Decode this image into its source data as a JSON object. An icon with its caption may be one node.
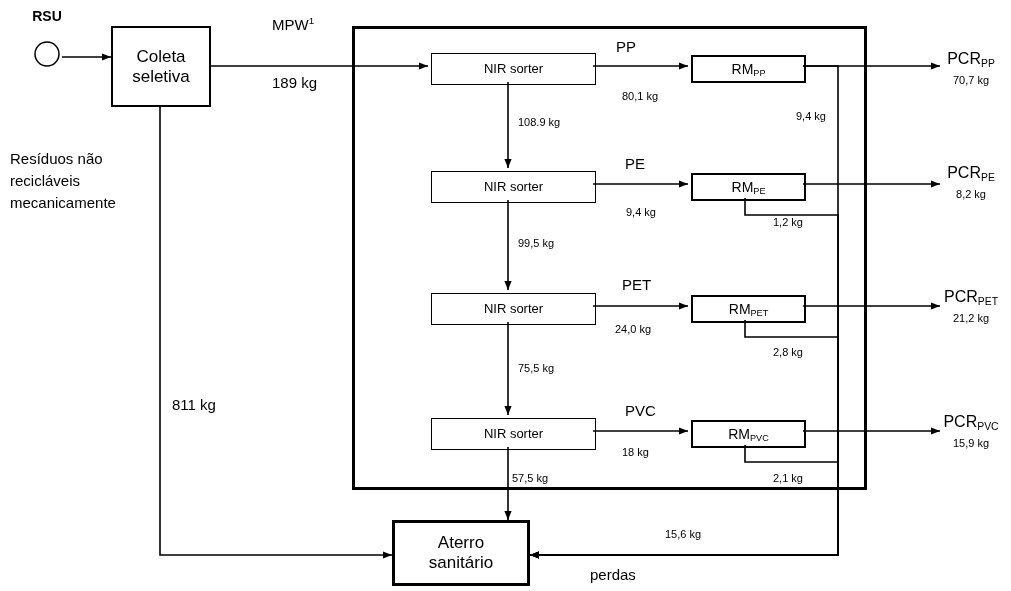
{
  "diagram": {
    "nodes": [
      {
        "text": [
          "RSU"
        ]
      },
      {
        "text": [
          "Coleta seletiva"
        ]
      },
      {
        "text": [],
        "shape": "box"
      },
      {
        "text": [
          "NIR sorter"
        ],
        "in": 2
      },
      {
        "text": [
          "NIR sorter"
        ],
        "in": 2
      },
      {
        "text": [
          "NIR sorter"
        ],
        "in": 2
      },
      {
        "text": [
          "NIR sorter"
        ],
        "in": 2
      },
      {
        "text": [
          "RM$_{PP}$"
        ],
        "in": 2
      },
      {
        "text": [
          "RM$_{PE}$"
        ],
        "in": 2
      },
      {
        "text": [
          "RM$_{PET}$"
        ],
        "in": 2
      },
      {
        "text": [
          "RM$_{PVC}$"
        ],
        "in": 2
      },
      {
        "text": [
          "Aterro sanitário"
        ]
      },
      {
        "text": [
          "PCR$_{PP}$"
        ],
        "beside": [
          "70,7 kg"
        ]
      },
      {
        "text": [
          "PCR$_{PE}$"
        ],
        "beside": [
          "8,2 kg"
        ]
      },
      {
        "text": [
          "PCR$_{PET}$"
        ],
        "beside": [
          "21,2 kg"
        ]
      },
      {
        "text": [
          "PCR$_{PVC}$"
        ],
        "beside": [
          "15,9 kg"
        ]
      }
    ],
    "edges": [
      {
        "from": 0,
        "to": 1,
        "arrow": "to"
      },
      {
        "from": 1,
        "to": 3,
        "arrow": "to",
        "label": "MPW$^{1}$"
      },
      {
        "from": 1,
        "to": 11,
        "arrow": "to",
        "label": "811 kg"
      },
      {
        "from": 3,
        "to": 4,
        "arrow": "to",
        "label": "108.9 kg"
      },
      {
        "from": 4,
        "to": 5,
        "arrow": "to",
        "label": "99,5 kg"
      },
      {
        "from": 5,
        "to": 6,
        "arrow": "to",
        "label": "75,5 kg"
      },
      {
        "from": 6,
        "to": 11,
        "arrow": "to",
        "label": "57,5 kg"
      },
      {
        "from": 3,
        "to": 7,
        "arrow": "to",
        "label": "PP"
      },
      {
        "from": 4,
        "to": 8,
        "arrow": "to",
        "label": "PE"
      },
      {
        "from": 5,
        "to": 9,
        "arrow": "to",
        "label": "PET"
      },
      {
        "from": 6,
        "to": 10,
        "arrow": "to",
        "label": "PVC"
      },
      {
        "from": 7,
        "to": 12,
        "arrow": "to"
      },
      {
        "from": 8,
        "to": 13,
        "arrow": "to"
      },
      {
        "from": 9,
        "to": 14,
        "arrow": "to"
      },
      {
        "from": 10,
        "to": 15,
        "arrow": "to"
      },
      {
        "from": 7,
        "to": 11,
        "arrow": "to",
        "label": "9,4 kg"
      },
      {
        "from": 8,
        "to": 11,
        "arrow": "to",
        "label": "1,2 kg"
      },
      {
        "from": 9,
        "to": 11,
        "arrow": "to",
        "label": "2,8 kg"
      },
      {
        "from": 10,
        "to": 11,
        "arrow": "to",
        "label": "2,1 kg"
      }
    ],
    "labels": [
      "189 kg",
      "Resíduos não recicláveis mecanicamente",
      "80,1 kg",
      "9,4 kg",
      "24,0 kg",
      "18 kg",
      "15,6 kg",
      "perdas"
    ]
  }
}
